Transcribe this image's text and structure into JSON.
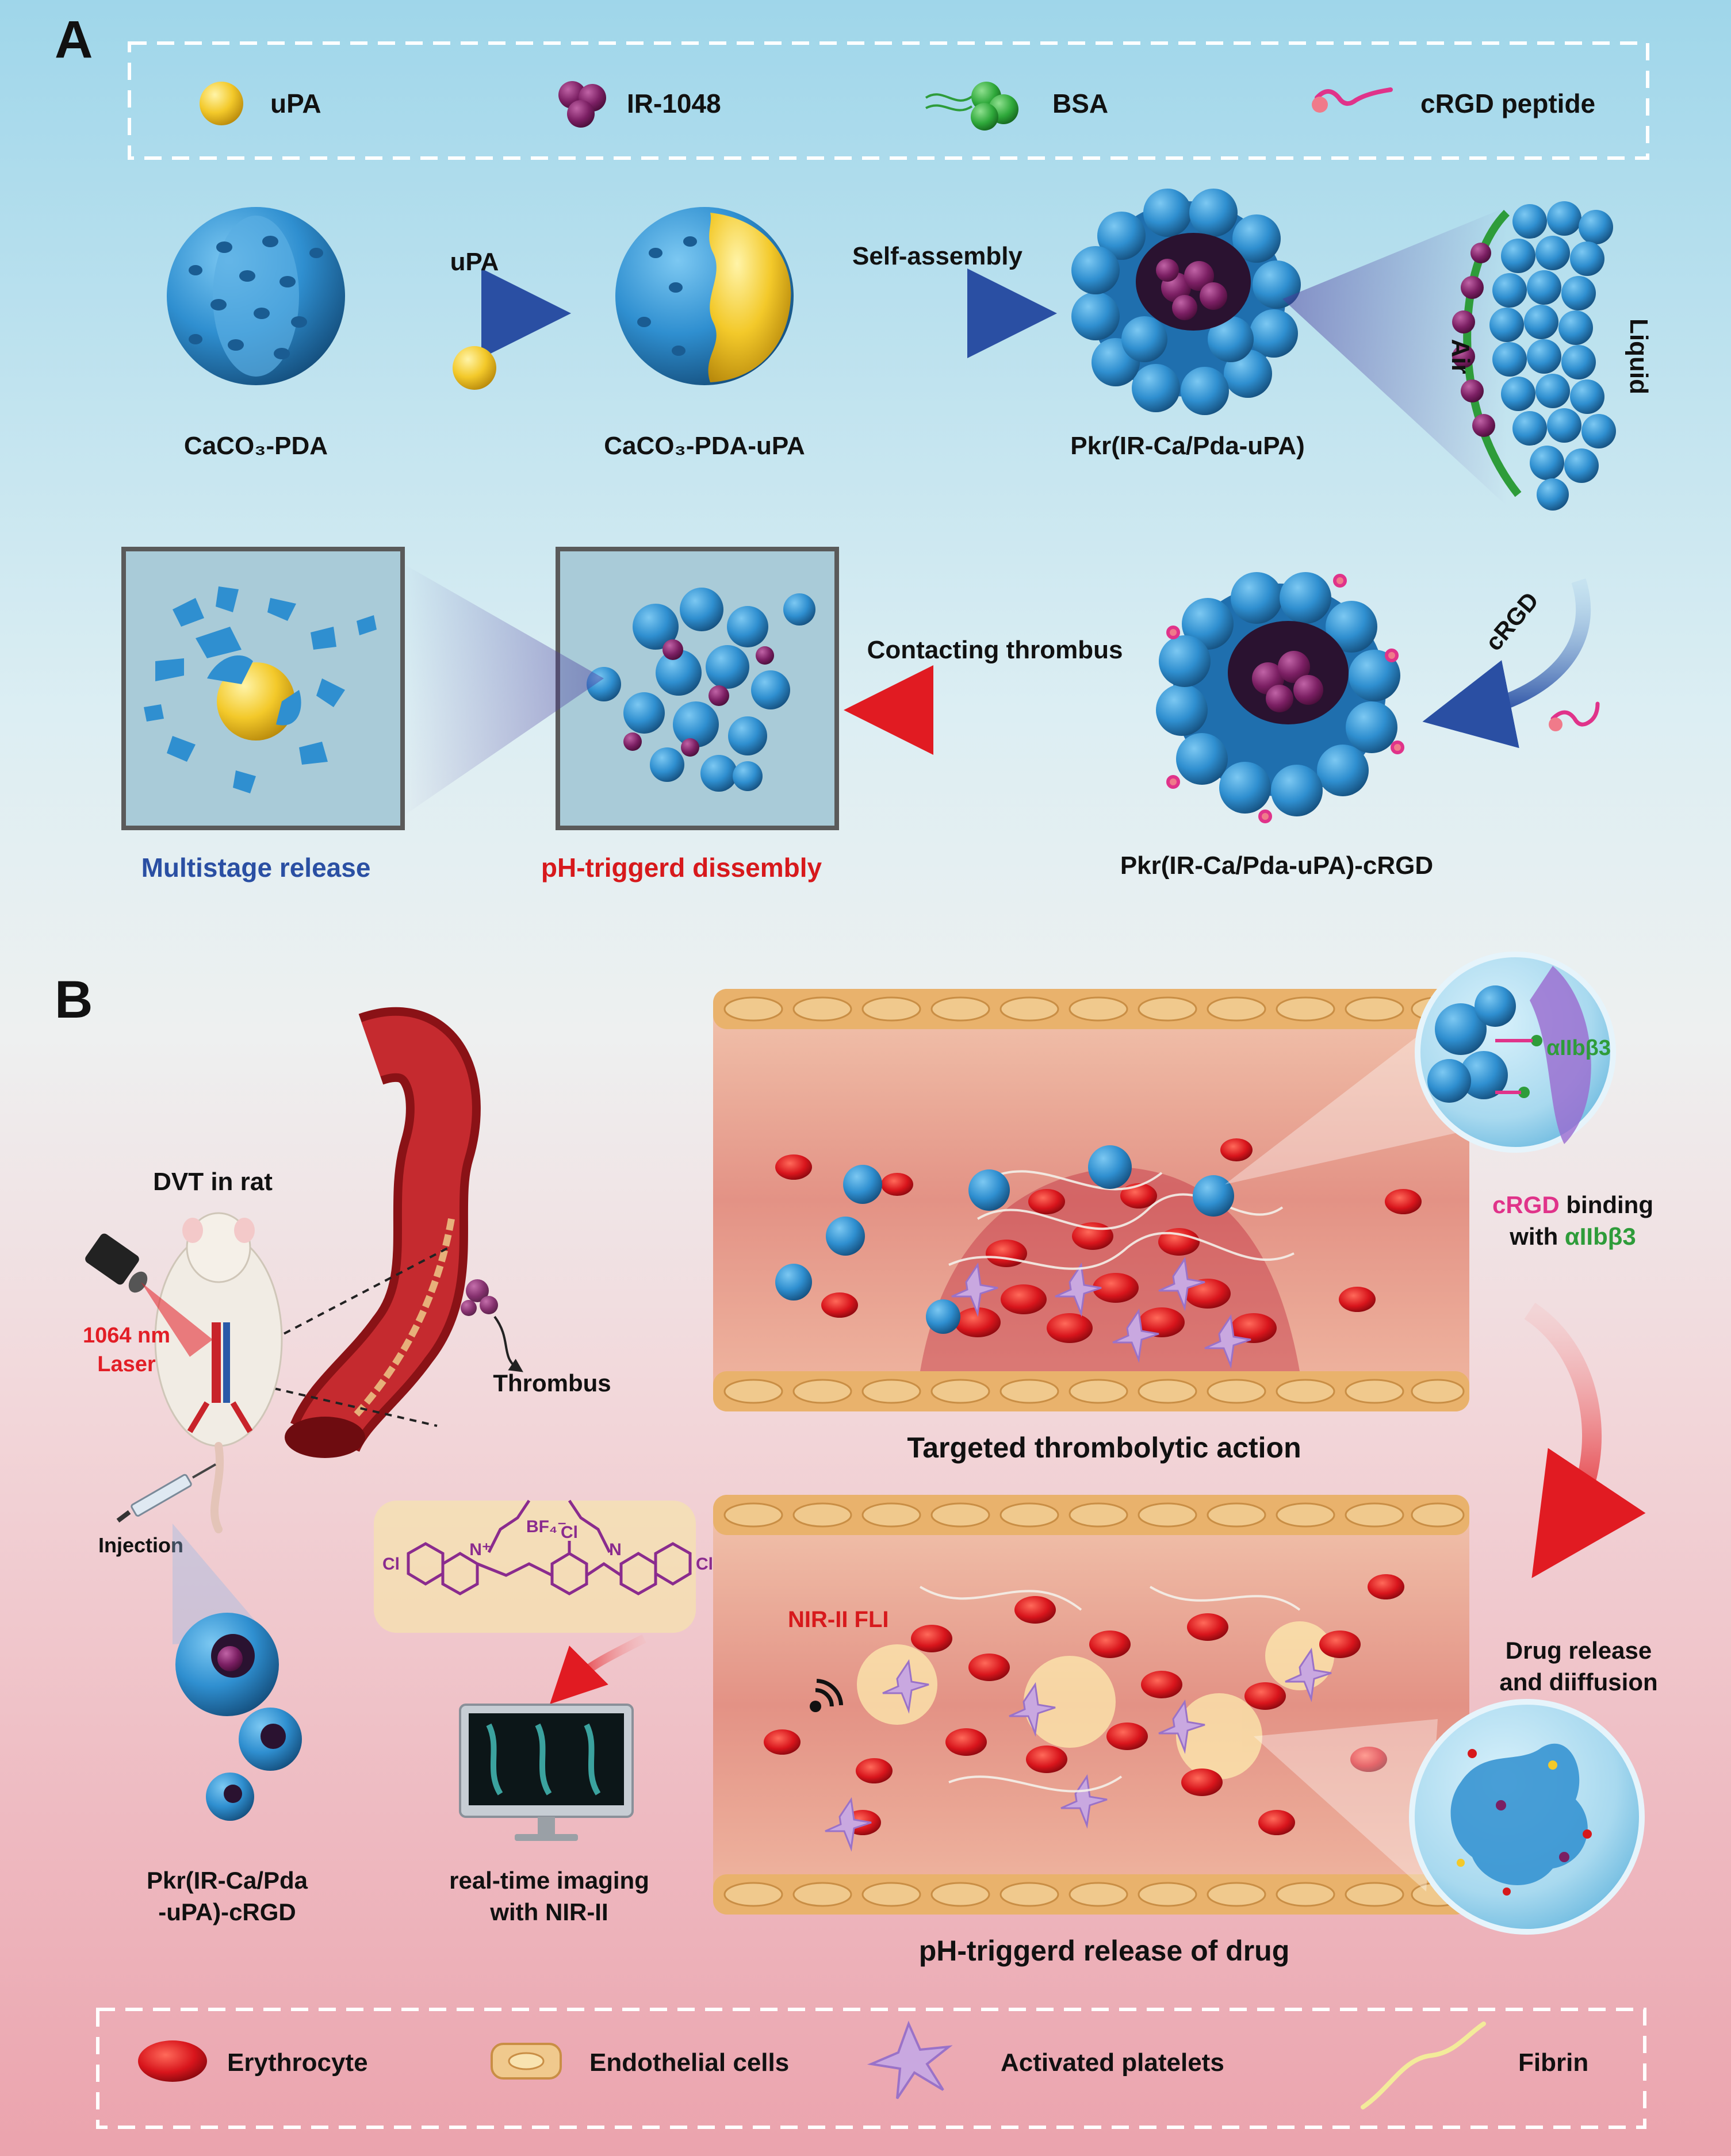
{
  "panelA": {
    "letter": "A",
    "legend": [
      {
        "label": "uPA",
        "icon": "yellow-sphere-icon"
      },
      {
        "label": "IR-1048",
        "icon": "purple-cluster-icon"
      },
      {
        "label": "BSA",
        "icon": "green-protein-icon"
      },
      {
        "label": "cRGD peptide",
        "icon": "peptide-icon"
      }
    ],
    "stages": {
      "caco3_pda": "CaCO₃-PDA",
      "caco3_pda_upa": "CaCO₃-PDA-uPA",
      "pkr": "Pkr(IR-Ca/Pda-uPA)",
      "pkr_crgd": "Pkr(IR-Ca/Pda-uPA)-cRGD",
      "dissembly": "pH-triggerd dissembly",
      "multistage": "Multistage release"
    },
    "arrows": {
      "upa": "uPA",
      "self_assembly": "Self-assembly",
      "crgd": "cRGD",
      "contacting": "Contacting thrombus"
    },
    "interface": {
      "air": "Air",
      "liquid": "Liquid"
    }
  },
  "panelB": {
    "letter": "B",
    "dvt_title": "DVT in rat",
    "laser_line1": "1064 nm",
    "laser_line2": "Laser",
    "injection": "Injection",
    "thrombus": "Thrombus",
    "nanoparticle_line1": "Pkr(IR-Ca/Pda",
    "nanoparticle_line2": "-uPA)-cRGD",
    "imaging_line1": "real-time imaging",
    "imaging_line2": "with NIR-II",
    "molecule": {
      "counterion": "BF₄⁻",
      "cl": "Cl",
      "n_plus": "N⁺",
      "n": "N"
    },
    "targeted_caption": "Targeted thrombolytic action",
    "ph_caption": "pH-triggerd release of drug",
    "nir_label": "NIR-II FLI",
    "integrin_label": "αIIbβ3",
    "binding_line1_colored": "cRGD",
    "binding_line1_rest": " binding",
    "binding_line2_prefix": "with ",
    "binding_line2_colored": "αIIbβ3",
    "release_line1": "Drug release",
    "release_line2": "and diiffusion"
  },
  "bottom_legend": [
    {
      "label": "Erythrocyte",
      "icon": "erythrocyte-icon"
    },
    {
      "label": "Endothelial cells",
      "icon": "endothelial-cell-icon"
    },
    {
      "label": "Activated platelets",
      "icon": "platelet-icon"
    },
    {
      "label": "Fibrin",
      "icon": "fibrin-icon"
    }
  ],
  "colors": {
    "blue_label": "#2a4fa3",
    "red_label": "#d7191c",
    "magenta": "#e0338a",
    "green": "#2e9c3a",
    "nano_blue": "#2f8fd0"
  }
}
